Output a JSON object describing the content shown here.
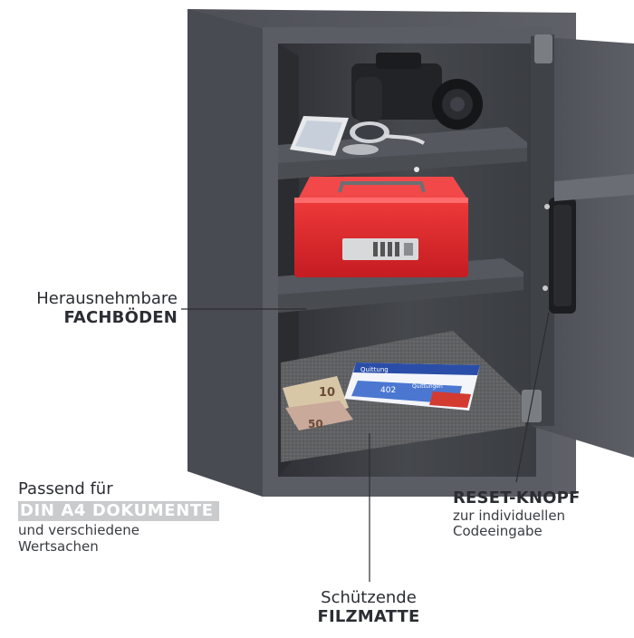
{
  "labels": {
    "shelves": {
      "line1": "Herausnehmbare",
      "line2": "FACHBÖDEN"
    },
    "din": {
      "line1": "Passend für",
      "line2": "DIN A4 DOKUMENTE",
      "line3": "und verschiedene",
      "line4": "Wertsachen"
    },
    "reset": {
      "line1": "RESET-KNOPF",
      "line2": "zur individuellen",
      "line3": "Codeeingabe"
    },
    "mat": {
      "line1": "Schützende",
      "line2": "FILZMATTE"
    }
  },
  "document": {
    "brand": "Quittung",
    "number": "402",
    "title": "Quittungen"
  },
  "banknote": {
    "value_top": "10",
    "value_bottom": "50"
  },
  "colors": {
    "safe_body": "#55585e",
    "safe_interior": "#3d4045",
    "cash_box": "#e0242a",
    "felt": "#6a6c6e",
    "label_text": "#2b2d33",
    "highlight_bar": "#c9cbcd"
  }
}
